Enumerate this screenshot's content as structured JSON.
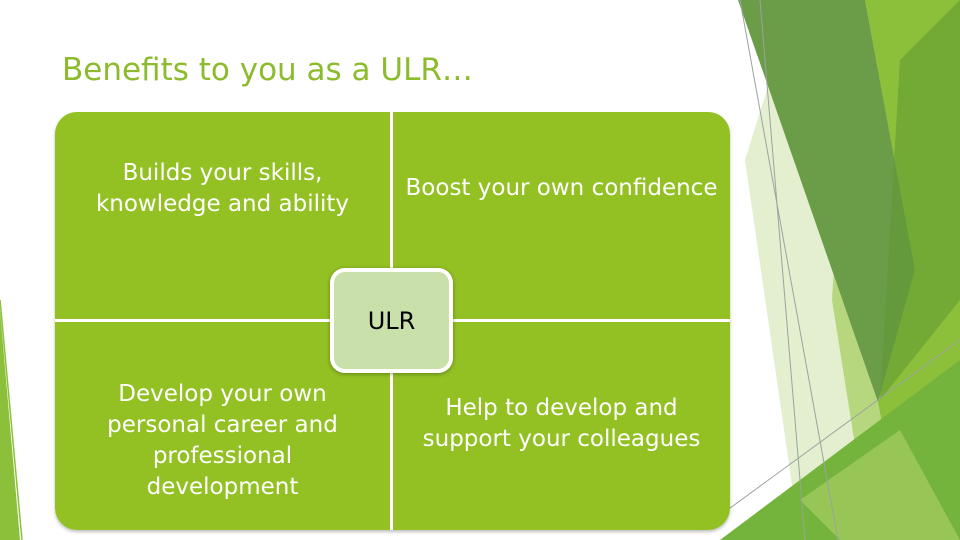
{
  "slide": {
    "title": "Benefits to you as a ULR…"
  },
  "matrix": {
    "center_label": "ULR",
    "quadrants": [
      {
        "position": "top-left",
        "text": "Builds your skills, knowledge and ability"
      },
      {
        "position": "top-right",
        "text": "Boost your own confidence"
      },
      {
        "position": "bottom-left",
        "text": "Develop your own personal career and professional development"
      },
      {
        "position": "bottom-right",
        "text": "Help to develop and support your colleagues"
      }
    ]
  },
  "colors": {
    "title": "#8cbb2e",
    "quadrant_fill": "#93c124",
    "center_fill": "#c9e0ab",
    "accent_dark": "#5a8f2a",
    "accent_light": "#c9e0ab"
  }
}
